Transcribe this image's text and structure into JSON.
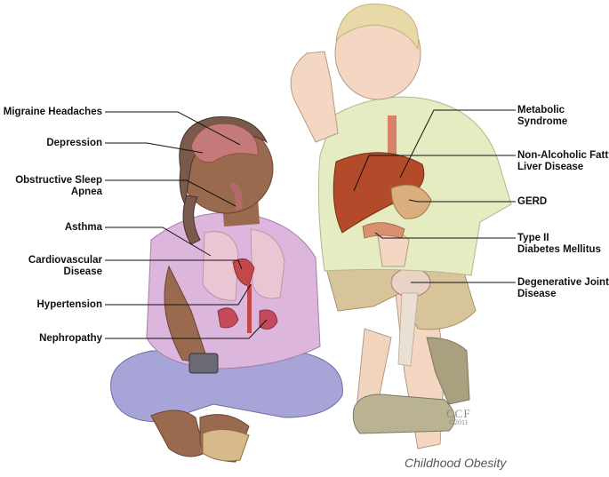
{
  "labels_left": [
    {
      "id": "migraine",
      "lines": [
        "Migraine Headaches"
      ]
    },
    {
      "id": "depression",
      "lines": [
        "Depression"
      ]
    },
    {
      "id": "sleep-apnea",
      "lines": [
        "Obstructive Sleep",
        "Apnea"
      ]
    },
    {
      "id": "asthma",
      "lines": [
        "Asthma"
      ]
    },
    {
      "id": "cardiovascular",
      "lines": [
        "Cardiovascular",
        "Disease"
      ]
    },
    {
      "id": "hypertension",
      "lines": [
        "Hypertension"
      ]
    },
    {
      "id": "nephropathy",
      "lines": [
        "Nephropathy"
      ]
    }
  ],
  "labels_right": [
    {
      "id": "metabolic",
      "lines": [
        "Metabolic",
        "Syndrome"
      ]
    },
    {
      "id": "fatty-liver",
      "lines": [
        "Non-Alcoholic Fatty",
        "Liver Disease"
      ]
    },
    {
      "id": "gerd",
      "lines": [
        "GERD"
      ]
    },
    {
      "id": "diabetes",
      "lines": [
        "Type II",
        "Diabetes Mellitus"
      ]
    },
    {
      "id": "joint",
      "lines": [
        "Degenerative Joint",
        "Disease"
      ]
    }
  ],
  "caption": "Childhood Obesity",
  "signature": {
    "mark": "CCF",
    "year": "©2011"
  },
  "colors": {
    "skin_girl": "#9a6a4e",
    "skin_boy": "#f3d7c2",
    "shirt_girl": "#dcb6dc",
    "shirt_boy": "#e6ecc2",
    "pants_girl": "#a7a4d8",
    "shorts_boy": "#d8c49a",
    "liver": "#b34a2a",
    "kidney": "#c24a5a",
    "brain": "#c47a78",
    "hair_boy": "#e8d9a8",
    "hair_girl": "#7a5a4c"
  }
}
